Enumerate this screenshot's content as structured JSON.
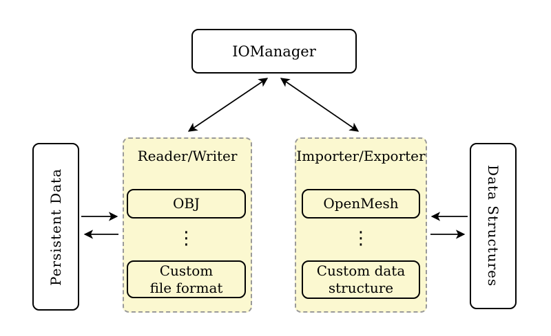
{
  "nodes": {
    "iomanager": "IOManager",
    "persistent_data": "Persistent Data",
    "data_structures": "Data Structures"
  },
  "panels": {
    "reader_writer": {
      "title": "Reader/Writer",
      "top_item": "OBJ",
      "ellipsis": "⋮",
      "bottom_item": "Custom\nfile format"
    },
    "importer_exporter": {
      "title": "Importer/Exporter",
      "top_item": "OpenMesh",
      "ellipsis": "⋮",
      "bottom_item": "Custom data\nstructure"
    }
  },
  "arrows": [
    {
      "from": "IOManager",
      "to": "Reader/Writer",
      "bidirectional": true
    },
    {
      "from": "IOManager",
      "to": "Importer/Exporter",
      "bidirectional": true
    },
    {
      "from": "Persistent Data",
      "to": "Reader/Writer",
      "bidirectional": false
    },
    {
      "from": "Reader/Writer",
      "to": "Persistent Data",
      "bidirectional": false
    },
    {
      "from": "Data Structures",
      "to": "Importer/Exporter",
      "bidirectional": false
    },
    {
      "from": "Importer/Exporter",
      "to": "Data Structures",
      "bidirectional": false
    }
  ],
  "colors": {
    "panel_fill": "#FBF8D0",
    "panel_dash_border": "#999999",
    "node_border": "#000000",
    "background": "#FFFFFF",
    "arrow": "#000000"
  }
}
